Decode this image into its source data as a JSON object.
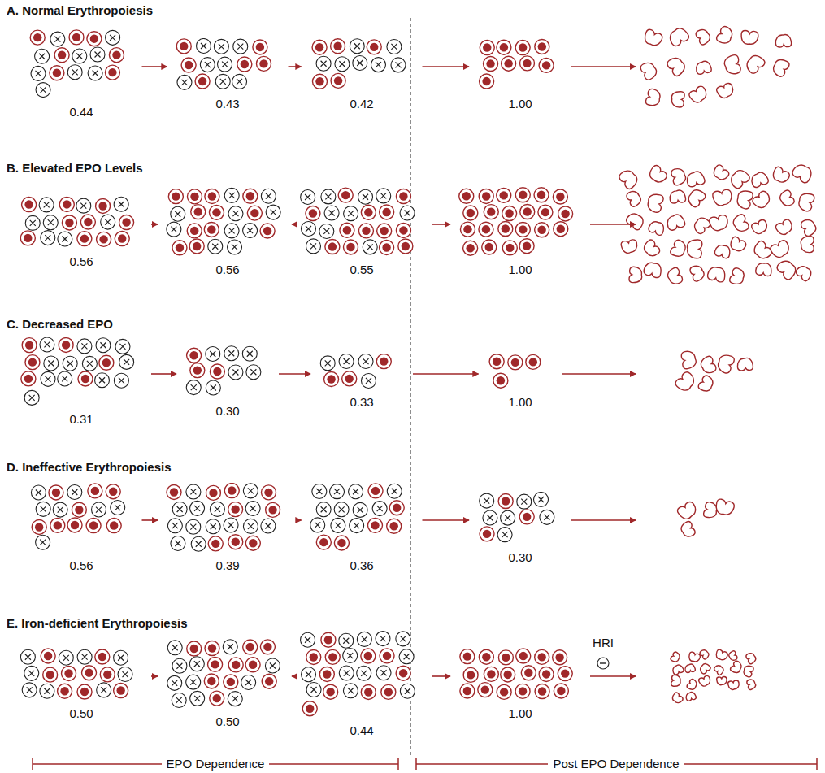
{
  "diagram": {
    "nodes": [
      {
        "text": [
          "0.44"
        ]
      },
      {
        "text": [
          "0.43"
        ]
      },
      {
        "text": [
          "0.42"
        ]
      },
      {
        "text": [
          "1.00"
        ]
      },
      {
        "text": [
          "0.56"
        ]
      },
      {
        "text": [
          "0.56"
        ]
      },
      {
        "text": [
          "0.55"
        ]
      },
      {
        "text": [
          "1.00"
        ]
      },
      {
        "text": [
          "0.31"
        ]
      },
      {
        "text": [
          "0.30"
        ]
      },
      {
        "text": [
          "0.33"
        ]
      },
      {
        "text": [
          "1.00"
        ]
      },
      {
        "text": [
          "0.56"
        ]
      },
      {
        "text": [
          "0.39"
        ]
      },
      {
        "text": [
          "0.36"
        ]
      },
      {
        "text": [
          "0.30"
        ]
      },
      {
        "text": [
          "0.50"
        ]
      },
      {
        "text": [
          "0.50"
        ]
      },
      {
        "text": [
          "0.44"
        ]
      },
      {
        "text": [
          "1.00"
        ]
      }
    ],
    "edges": [
      {
        "from": 0,
        "to": 1,
        "arrow": "to"
      },
      {
        "from": 1,
        "to": 2,
        "arrow": "to"
      },
      {
        "from": 2,
        "to": 3,
        "arrow": "to"
      },
      {
        "from": 4,
        "to": 5,
        "arrow": "to"
      },
      {
        "from": 5,
        "to": 6,
        "arrow": "to"
      },
      {
        "from": 6,
        "to": 7,
        "arrow": "to"
      },
      {
        "from": 8,
        "to": 9,
        "arrow": "to"
      },
      {
        "from": 9,
        "to": 10,
        "arrow": "to"
      },
      {
        "from": 10,
        "to": 11,
        "arrow": "to"
      },
      {
        "from": 12,
        "to": 13,
        "arrow": "to"
      },
      {
        "from": 13,
        "to": 14,
        "arrow": "to"
      },
      {
        "from": 14,
        "to": 15,
        "arrow": "to"
      },
      {
        "from": 16,
        "to": 17,
        "arrow": "to"
      },
      {
        "from": 17,
        "to": 18,
        "arrow": "to"
      },
      {
        "from": 18,
        "to": 19,
        "arrow": "to"
      }
    ],
    "labels": [
      "A. Normal Erythropoiesis",
      "B. Elevated EPO Levels",
      "C. Decreased EPO",
      "D. Ineffective Erythropoiesis",
      "E. Iron-deficient Erythropoiesis",
      "HRI",
      "EPO Dependence",
      "Post EPO Dependence"
    ]
  }
}
